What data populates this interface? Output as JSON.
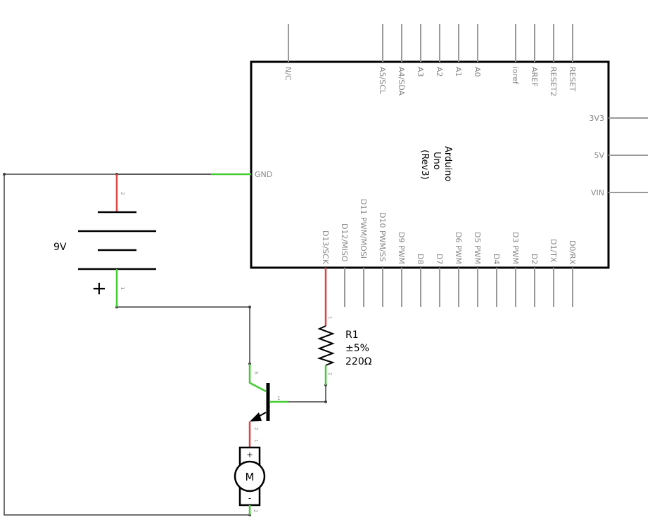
{
  "arduino": {
    "title_lines": [
      "Arduino",
      "Uno",
      "(Rev3)"
    ],
    "top_pins": [
      "N/C",
      "A5/SCL",
      "A4/SDA",
      "A3",
      "A2",
      "A1",
      "A0",
      "ioref",
      "AREF",
      "RESET2",
      "RESET"
    ],
    "right_pins": [
      "3V3",
      "5V",
      "VIN"
    ],
    "left_pin": "GND",
    "bottom_pins": [
      "D13/SCK",
      "D12/MISO",
      "D11 PWM/MOSI",
      "D10 PWM/SS",
      "D9 PWM",
      "D8",
      "D7",
      "D6 PWM",
      "D5 PWM",
      "D4",
      "D3 PWM",
      "D2",
      "D1/TX",
      "D0/RX"
    ]
  },
  "battery": {
    "label": "9V",
    "plus_sign": "+",
    "pin_top": "2",
    "pin_bottom": "1"
  },
  "resistor": {
    "name": "R1",
    "tolerance": "±5%",
    "value": "220Ω",
    "pin_top": "1",
    "pin_bottom": "2"
  },
  "transistor": {
    "pin_collector": "3",
    "pin_base": "1",
    "pin_emitter": "2"
  },
  "motor": {
    "symbol": "M",
    "plus": "+",
    "minus": "-",
    "pin_top": "1",
    "pin_bottom": "2"
  },
  "colors": {
    "wire": "#404040",
    "pin_connected": "#44cc33",
    "pin_red": "#dd4444",
    "pin_gray": "#999999",
    "body": "#000000"
  }
}
